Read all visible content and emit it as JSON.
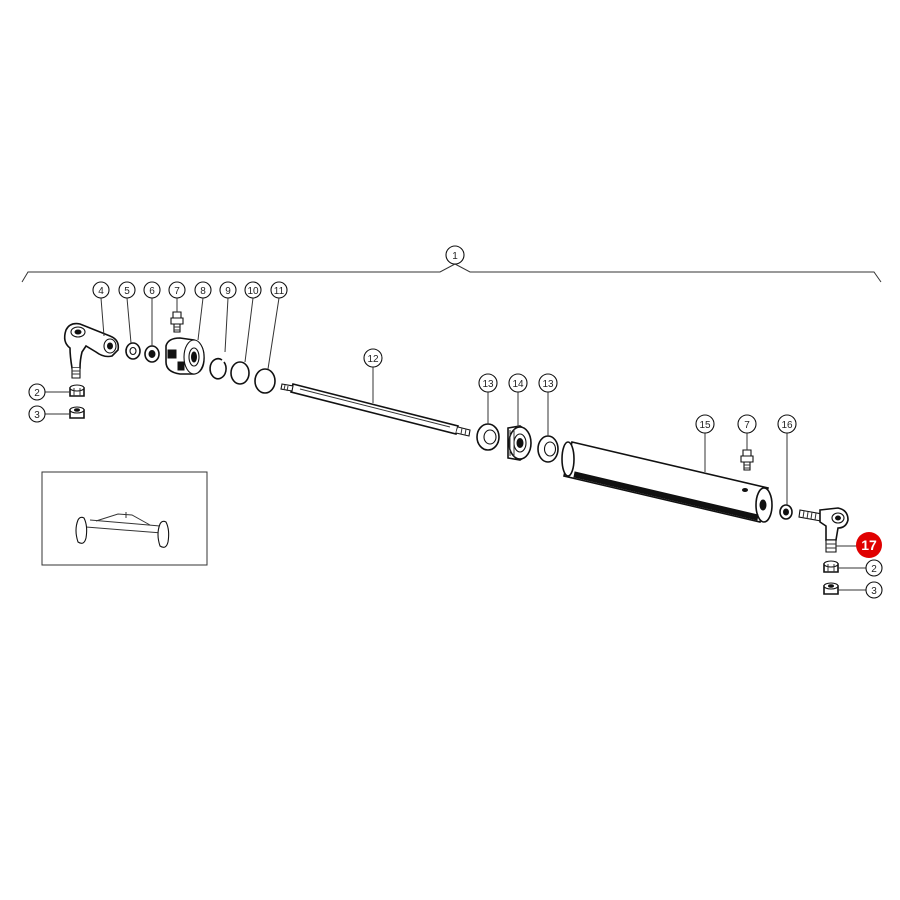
{
  "assembly_label": "1",
  "highlight": {
    "label": "17",
    "color": "#e00000"
  },
  "callouts": {
    "c2a": "2",
    "c3a": "3",
    "c4": "4",
    "c5": "5",
    "c6": "6",
    "c7a": "7",
    "c8": "8",
    "c9": "9",
    "c10": "10",
    "c11": "11",
    "c12": "12",
    "c13a": "13",
    "c14": "14",
    "c13b": "13",
    "c15": "15",
    "c7b": "7",
    "c16": "16",
    "c2b": "2",
    "c3b": "3"
  }
}
